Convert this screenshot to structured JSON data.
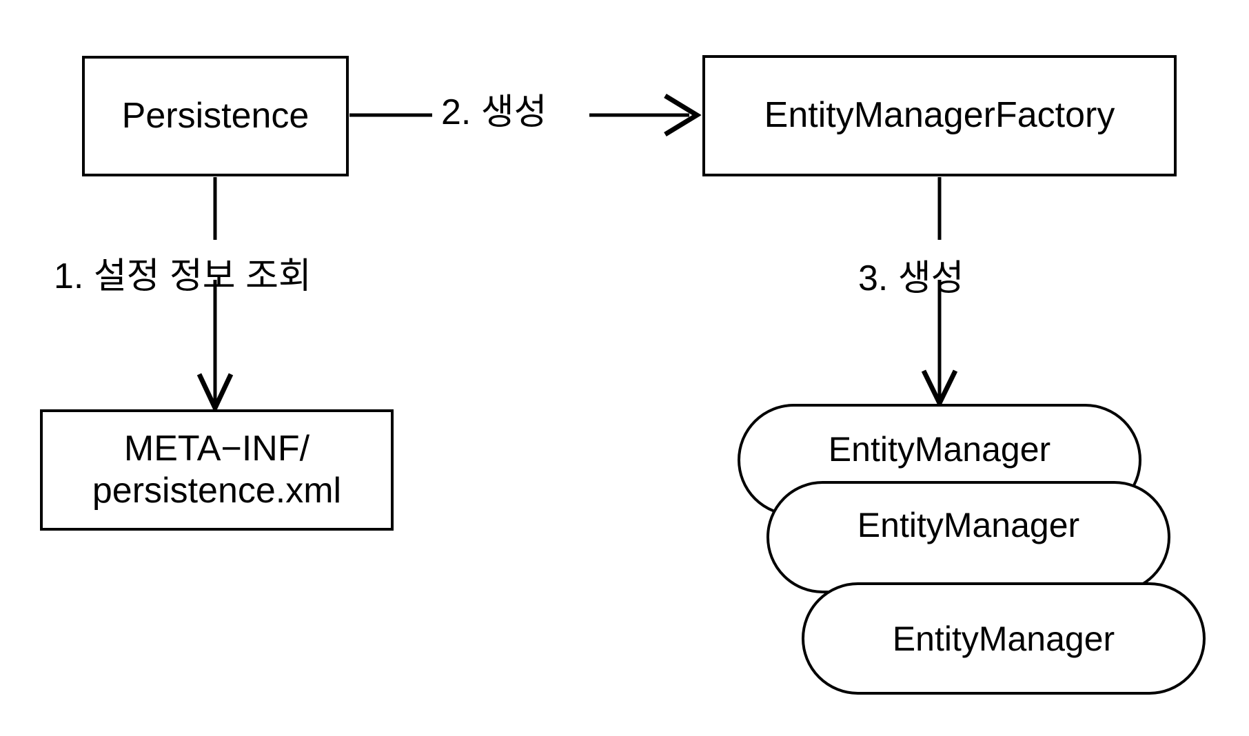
{
  "diagram": {
    "title": "JPA Persistence bootstrap flow",
    "background_color": "#ffffff",
    "stroke_color": "#000000",
    "nodes": {
      "persistence": {
        "label": "Persistence",
        "shape": "rectangle"
      },
      "entity_manager_factory": {
        "label": "EntityManagerFactory",
        "shape": "rectangle"
      },
      "meta_inf": {
        "label_line_1": "META−INF/",
        "label_line_2": "persistence.xml",
        "shape": "rectangle"
      },
      "entity_managers": {
        "shape": "stadium",
        "items": [
          {
            "label": "EntityManager"
          },
          {
            "label": "EntityManager"
          },
          {
            "label": "EntityManager"
          }
        ]
      }
    },
    "edges": {
      "step1": {
        "label": "1. 설정 정보 조회",
        "from": "persistence",
        "to": "meta_inf",
        "arrow": "down"
      },
      "step2": {
        "label": "2. 생성",
        "from": "persistence",
        "to": "entity_manager_factory",
        "arrow": "right"
      },
      "step3": {
        "label": "3. 생성",
        "from": "entity_manager_factory",
        "to": "entity_managers",
        "arrow": "down"
      }
    }
  }
}
